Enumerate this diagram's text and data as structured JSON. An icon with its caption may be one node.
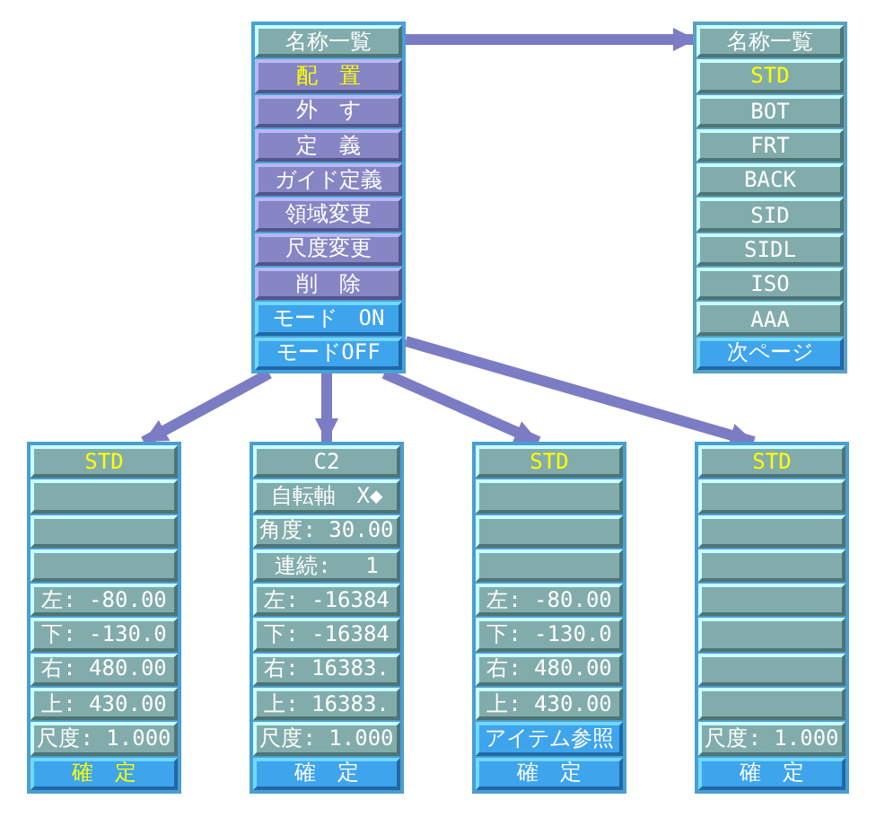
{
  "diagram": {
    "nodes": [
      {
        "text": [],
        "shape": "box"
      },
      {
        "text": [
          "名称一覧"
        ],
        "in": 0
      },
      {
        "text": [
          "配　置"
        ],
        "in": 0
      },
      {
        "text": [
          "外　す"
        ],
        "in": 0
      },
      {
        "text": [
          "定　義"
        ],
        "in": 0
      },
      {
        "text": [
          "ガイド定義"
        ],
        "in": 0
      },
      {
        "text": [
          "領域変更"
        ],
        "in": 0
      },
      {
        "text": [
          "尺度変更"
        ],
        "in": 0
      },
      {
        "text": [
          "削　除"
        ],
        "in": 0
      },
      {
        "text": [
          "モード　ON"
        ],
        "in": 0
      },
      {
        "text": [
          "モードOFF"
        ],
        "in": 0
      },
      {
        "text": [],
        "shape": "box"
      },
      {
        "text": [
          "名称一覧"
        ],
        "in": 11
      },
      {
        "text": [
          "STD"
        ],
        "in": 11
      },
      {
        "text": [
          "BOT"
        ],
        "in": 11
      },
      {
        "text": [
          "FRT"
        ],
        "in": 11
      },
      {
        "text": [
          "BACK"
        ],
        "in": 11
      },
      {
        "text": [
          "SID"
        ],
        "in": 11
      },
      {
        "text": [
          "SIDL"
        ],
        "in": 11
      },
      {
        "text": [
          "ISO"
        ],
        "in": 11
      },
      {
        "text": [
          "AAA"
        ],
        "in": 11
      },
      {
        "text": [
          "次ページ"
        ],
        "in": 11
      },
      {
        "text": [],
        "shape": "box"
      },
      {
        "text": [
          "STD"
        ],
        "in": 22
      },
      {
        "text": [],
        "shape": "box",
        "in": 22
      },
      {
        "text": [],
        "shape": "box",
        "in": 22
      },
      {
        "text": [],
        "shape": "box",
        "in": 22
      },
      {
        "text": [
          "左: -80.00"
        ],
        "in": 22
      },
      {
        "text": [
          "下: -130.0"
        ],
        "in": 22
      },
      {
        "text": [
          "右: 480.00"
        ],
        "in": 22
      },
      {
        "text": [
          "上: 430.00"
        ],
        "in": 22
      },
      {
        "text": [
          "尺度: 1.000"
        ],
        "in": 22
      },
      {
        "text": [
          "確　定"
        ],
        "in": 22
      },
      {
        "text": [],
        "shape": "box"
      },
      {
        "text": [
          "C2"
        ],
        "in": 33
      },
      {
        "text": [
          "自転軸　X◆"
        ],
        "in": 33
      },
      {
        "text": [
          "角度: 30.00"
        ],
        "in": 33
      },
      {
        "text": [
          "連続:　 1"
        ],
        "in": 33
      },
      {
        "text": [
          "左: -16384"
        ],
        "in": 33
      },
      {
        "text": [
          "下: -16384"
        ],
        "in": 33
      },
      {
        "text": [
          "右: 16383."
        ],
        "in": 33
      },
      {
        "text": [
          "上: 16383."
        ],
        "in": 33
      },
      {
        "text": [
          "尺度: 1.000"
        ],
        "in": 33
      },
      {
        "text": [
          "確　定"
        ],
        "in": 33
      },
      {
        "text": [],
        "shape": "box"
      },
      {
        "text": [
          "STD"
        ],
        "in": 44
      },
      {
        "text": [],
        "shape": "box",
        "in": 44
      },
      {
        "text": [],
        "shape": "box",
        "in": 44
      },
      {
        "text": [],
        "shape": "box",
        "in": 44
      },
      {
        "text": [
          "左: -80.00"
        ],
        "in": 44
      },
      {
        "text": [
          "下: -130.0"
        ],
        "in": 44
      },
      {
        "text": [
          "右: 480.00"
        ],
        "in": 44
      },
      {
        "text": [
          "上: 430.00"
        ],
        "in": 44
      },
      {
        "text": [
          "アイテム参照"
        ],
        "in": 44
      },
      {
        "text": [
          "確　定"
        ],
        "in": 44
      },
      {
        "text": [],
        "shape": "box"
      },
      {
        "text": [
          "STD"
        ],
        "in": 55
      },
      {
        "text": [],
        "shape": "box",
        "in": 55
      },
      {
        "text": [],
        "shape": "box",
        "in": 55
      },
      {
        "text": [],
        "shape": "box",
        "in": 55
      },
      {
        "text": [],
        "shape": "box",
        "in": 55
      },
      {
        "text": [],
        "shape": "box",
        "in": 55
      },
      {
        "text": [],
        "shape": "box",
        "in": 55
      },
      {
        "text": [],
        "shape": "box",
        "in": 55
      },
      {
        "text": [
          "尺度: 1.000"
        ],
        "in": 55
      },
      {
        "text": [
          "確　定"
        ],
        "in": 55
      }
    ],
    "edges": [
      {
        "from": 1,
        "to": 12,
        "arrow": "to"
      },
      {
        "from": 0,
        "to": 22,
        "arrow": "to"
      },
      {
        "from": 0,
        "to": 33,
        "arrow": "to"
      },
      {
        "from": 0,
        "to": 44,
        "arrow": "to"
      },
      {
        "from": 0,
        "to": 55,
        "arrow": "to"
      }
    ]
  }
}
